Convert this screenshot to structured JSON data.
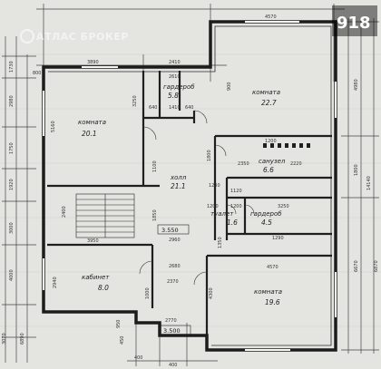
{
  "watermark": {
    "brand": "АТЛАС БРОКЕР",
    "page_number": "918"
  },
  "rooms": [
    {
      "name": "комната",
      "area": "20.1"
    },
    {
      "name": "гардероб",
      "area": "5.8"
    },
    {
      "name": "комната",
      "area": "22.7"
    },
    {
      "name": "холл",
      "area": "21.1"
    },
    {
      "name": "санузел",
      "area": "6.6"
    },
    {
      "name": "туалет",
      "area": "1.6"
    },
    {
      "name": "гардероб",
      "area": "4.5"
    },
    {
      "name": "кабинет",
      "area": "8.0"
    },
    {
      "name": "комната",
      "area": "19.6"
    }
  ],
  "level_marks": [
    "3.550",
    "3.500"
  ],
  "dimensions": {
    "top": [
      "3890",
      "2410",
      "4570"
    ],
    "left": [
      "1730",
      "2980",
      "1750",
      "1920",
      "3000",
      "4000"
    ],
    "right": [
      "4980",
      "1800",
      "6670",
      "14140",
      "6870"
    ],
    "interior": [
      "2610",
      "1410",
      "640",
      "640",
      "3250",
      "5160",
      "900",
      "1200",
      "2350",
      "2220",
      "1120",
      "3250",
      "1200",
      "1290",
      "2960",
      "3950",
      "2680",
      "2940",
      "4570",
      "4300",
      "2770",
      "2370",
      "400",
      "950",
      "1000",
      "1850",
      "1800",
      "2400",
      "1200",
      "1350",
      "1100",
      "450",
      "400",
      "3070",
      "6890",
      "1230",
      "800"
    ]
  }
}
